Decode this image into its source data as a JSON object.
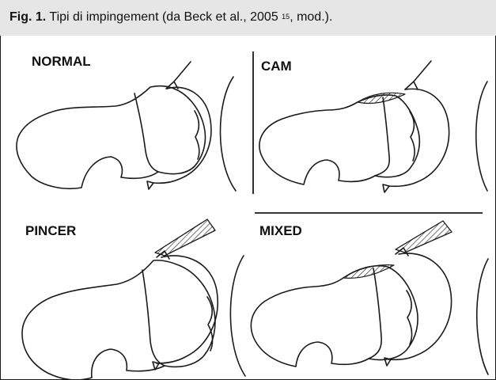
{
  "caption": {
    "fig_label": "Fig. 1.",
    "text_before_ref": " Tipi di impingement (da Beck et al., 2005 ",
    "ref_number": "15",
    "text_after_ref": ", mod.)."
  },
  "panels": [
    {
      "label": "NORMAL"
    },
    {
      "label": "CAM"
    },
    {
      "label": "PINCER"
    },
    {
      "label": "MIXED"
    }
  ],
  "colors": {
    "caption_background": "#e6e6e6",
    "line": "#1a1a1a"
  }
}
